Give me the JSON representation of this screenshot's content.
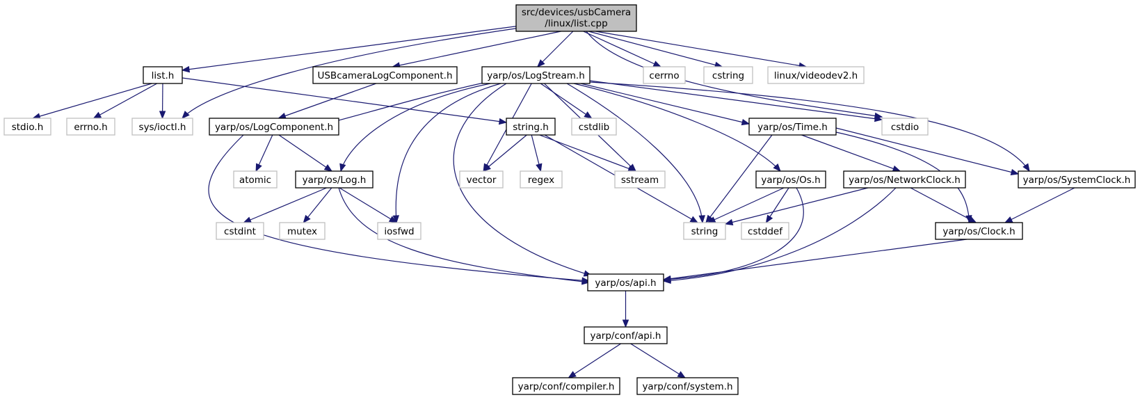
{
  "graph": {
    "root": {
      "id": "root",
      "lines": [
        "src/devices/usbCamera",
        "/linux/list.cpp"
      ]
    },
    "nodes": [
      {
        "id": "list_h",
        "label": "list.h",
        "kind": "local"
      },
      {
        "id": "usbcam_logcomp",
        "label": "USBcameraLogComponent.h",
        "kind": "local"
      },
      {
        "id": "logstream",
        "label": "yarp/os/LogStream.h",
        "kind": "local"
      },
      {
        "id": "cerrno",
        "label": "cerrno",
        "kind": "system"
      },
      {
        "id": "cstring",
        "label": "cstring",
        "kind": "system"
      },
      {
        "id": "videodev2",
        "label": "linux/videodev2.h",
        "kind": "system"
      },
      {
        "id": "stdio_h",
        "label": "stdio.h",
        "kind": "system"
      },
      {
        "id": "errno_h",
        "label": "errno.h",
        "kind": "system"
      },
      {
        "id": "sys_ioctl",
        "label": "sys/ioctl.h",
        "kind": "system"
      },
      {
        "id": "logcomponent",
        "label": "yarp/os/LogComponent.h",
        "kind": "local"
      },
      {
        "id": "string_h",
        "label": "string.h",
        "kind": "local"
      },
      {
        "id": "cstdlib",
        "label": "cstdlib",
        "kind": "system"
      },
      {
        "id": "time_h",
        "label": "yarp/os/Time.h",
        "kind": "local"
      },
      {
        "id": "cstdio",
        "label": "cstdio",
        "kind": "system"
      },
      {
        "id": "atomic",
        "label": "atomic",
        "kind": "system"
      },
      {
        "id": "log_h",
        "label": "yarp/os/Log.h",
        "kind": "local"
      },
      {
        "id": "vector",
        "label": "vector",
        "kind": "system"
      },
      {
        "id": "regex",
        "label": "regex",
        "kind": "system"
      },
      {
        "id": "sstream",
        "label": "sstream",
        "kind": "system"
      },
      {
        "id": "os_h",
        "label": "yarp/os/Os.h",
        "kind": "local"
      },
      {
        "id": "netclock",
        "label": "yarp/os/NetworkClock.h",
        "kind": "local"
      },
      {
        "id": "sysclock",
        "label": "yarp/os/SystemClock.h",
        "kind": "local"
      },
      {
        "id": "cstdint",
        "label": "cstdint",
        "kind": "system"
      },
      {
        "id": "mutex",
        "label": "mutex",
        "kind": "system"
      },
      {
        "id": "iosfwd",
        "label": "iosfwd",
        "kind": "system"
      },
      {
        "id": "string",
        "label": "string",
        "kind": "system"
      },
      {
        "id": "cstddef",
        "label": "cstddef",
        "kind": "system"
      },
      {
        "id": "clock_h",
        "label": "yarp/os/Clock.h",
        "kind": "local"
      },
      {
        "id": "os_api",
        "label": "yarp/os/api.h",
        "kind": "local"
      },
      {
        "id": "conf_api",
        "label": "yarp/conf/api.h",
        "kind": "local"
      },
      {
        "id": "compiler_h",
        "label": "yarp/conf/compiler.h",
        "kind": "local"
      },
      {
        "id": "system_h",
        "label": "yarp/conf/system.h",
        "kind": "local"
      }
    ],
    "edges": [
      [
        "root",
        "list_h"
      ],
      [
        "root",
        "usbcam_logcomp"
      ],
      [
        "root",
        "logstream"
      ],
      [
        "root",
        "cerrno"
      ],
      [
        "root",
        "cstring"
      ],
      [
        "root",
        "videodev2"
      ],
      [
        "root",
        "sys_ioctl"
      ],
      [
        "root",
        "cstdio"
      ],
      [
        "list_h",
        "stdio_h"
      ],
      [
        "list_h",
        "errno_h"
      ],
      [
        "list_h",
        "sys_ioctl"
      ],
      [
        "list_h",
        "string_h"
      ],
      [
        "usbcam_logcomp",
        "logcomponent"
      ],
      [
        "logstream",
        "logcomponent"
      ],
      [
        "logstream",
        "log_h"
      ],
      [
        "logstream",
        "iosfwd"
      ],
      [
        "logstream",
        "os_api"
      ],
      [
        "logstream",
        "vector"
      ],
      [
        "logstream",
        "cstdlib"
      ],
      [
        "logstream",
        "sstream"
      ],
      [
        "logstream",
        "string"
      ],
      [
        "logstream",
        "os_h"
      ],
      [
        "logstream",
        "time_h"
      ],
      [
        "logstream",
        "cstdio"
      ],
      [
        "logstream",
        "sysclock"
      ],
      [
        "logcomponent",
        "atomic"
      ],
      [
        "logcomponent",
        "log_h"
      ],
      [
        "logcomponent",
        "os_api"
      ],
      [
        "string_h",
        "vector"
      ],
      [
        "string_h",
        "regex"
      ],
      [
        "string_h",
        "sstream"
      ],
      [
        "string_h",
        "string"
      ],
      [
        "log_h",
        "cstdint"
      ],
      [
        "log_h",
        "mutex"
      ],
      [
        "log_h",
        "iosfwd"
      ],
      [
        "log_h",
        "os_api"
      ],
      [
        "time_h",
        "string"
      ],
      [
        "time_h",
        "netclock"
      ],
      [
        "time_h",
        "sysclock"
      ],
      [
        "time_h",
        "clock_h"
      ],
      [
        "os_h",
        "string"
      ],
      [
        "os_h",
        "cstddef"
      ],
      [
        "os_h",
        "os_api"
      ],
      [
        "netclock",
        "string"
      ],
      [
        "netclock",
        "clock_h"
      ],
      [
        "netclock",
        "os_api"
      ],
      [
        "sysclock",
        "clock_h"
      ],
      [
        "clock_h",
        "os_api"
      ],
      [
        "os_api",
        "conf_api"
      ],
      [
        "conf_api",
        "compiler_h"
      ],
      [
        "conf_api",
        "system_h"
      ]
    ]
  }
}
